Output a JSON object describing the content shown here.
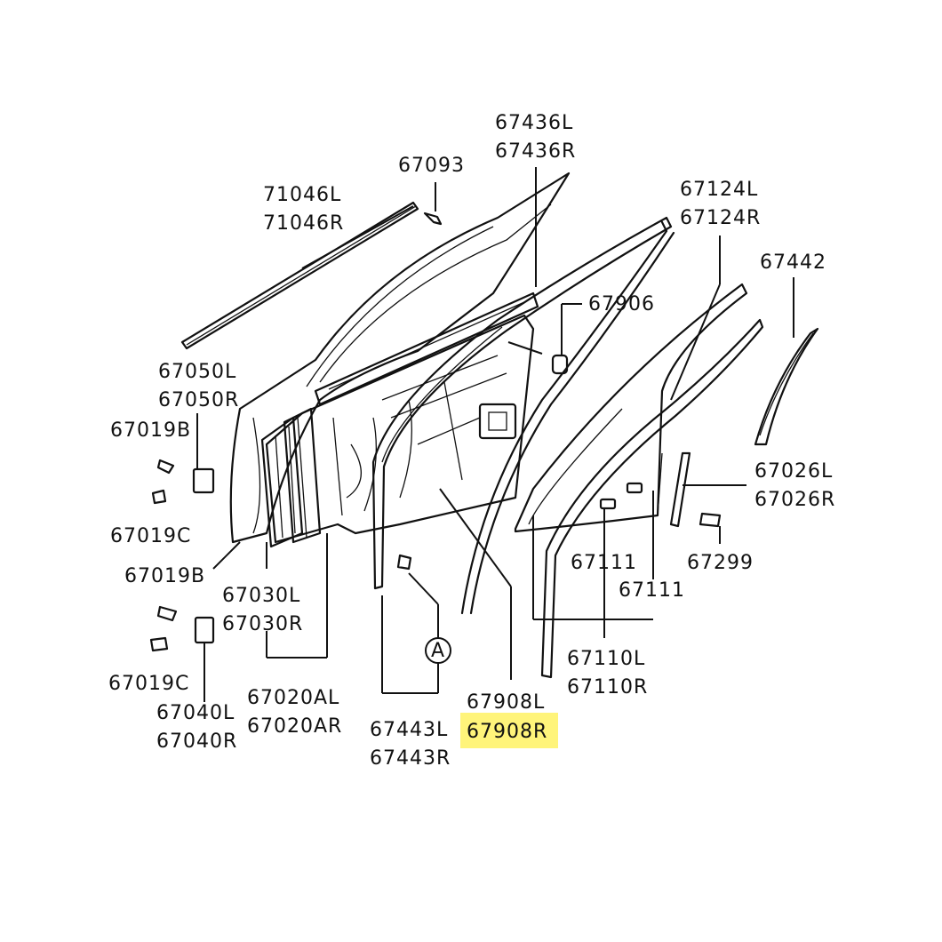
{
  "highlight_color": "#fff47a",
  "callout_symbol": "A",
  "labels": {
    "p67436L": "67436L",
    "p67436R": "67436R",
    "p67093": "67093",
    "p71046L": "71046L",
    "p71046R": "71046R",
    "p67124L": "67124L",
    "p67124R": "67124R",
    "p67442": "67442",
    "p67906": "67906",
    "p67050L": "67050L",
    "p67050R": "67050R",
    "p67019B_top": "67019B",
    "p67019C_top": "67019C",
    "p67019B_bottom": "67019B",
    "p67019C_bottom": "67019C",
    "p67030L": "67030L",
    "p67030R": "67030R",
    "p67040L": "67040L",
    "p67040R": "67040R",
    "p67020AL": "67020AL",
    "p67020AR": "67020AR",
    "p67026L": "67026L",
    "p67026R": "67026R",
    "p67299": "67299",
    "p67111_a": "67111",
    "p67111_b": "67111",
    "p67110L": "67110L",
    "p67110R": "67110R",
    "p67443L": "67443L",
    "p67443R": "67443R",
    "p67908L": "67908L",
    "p67908R": "67908R"
  }
}
